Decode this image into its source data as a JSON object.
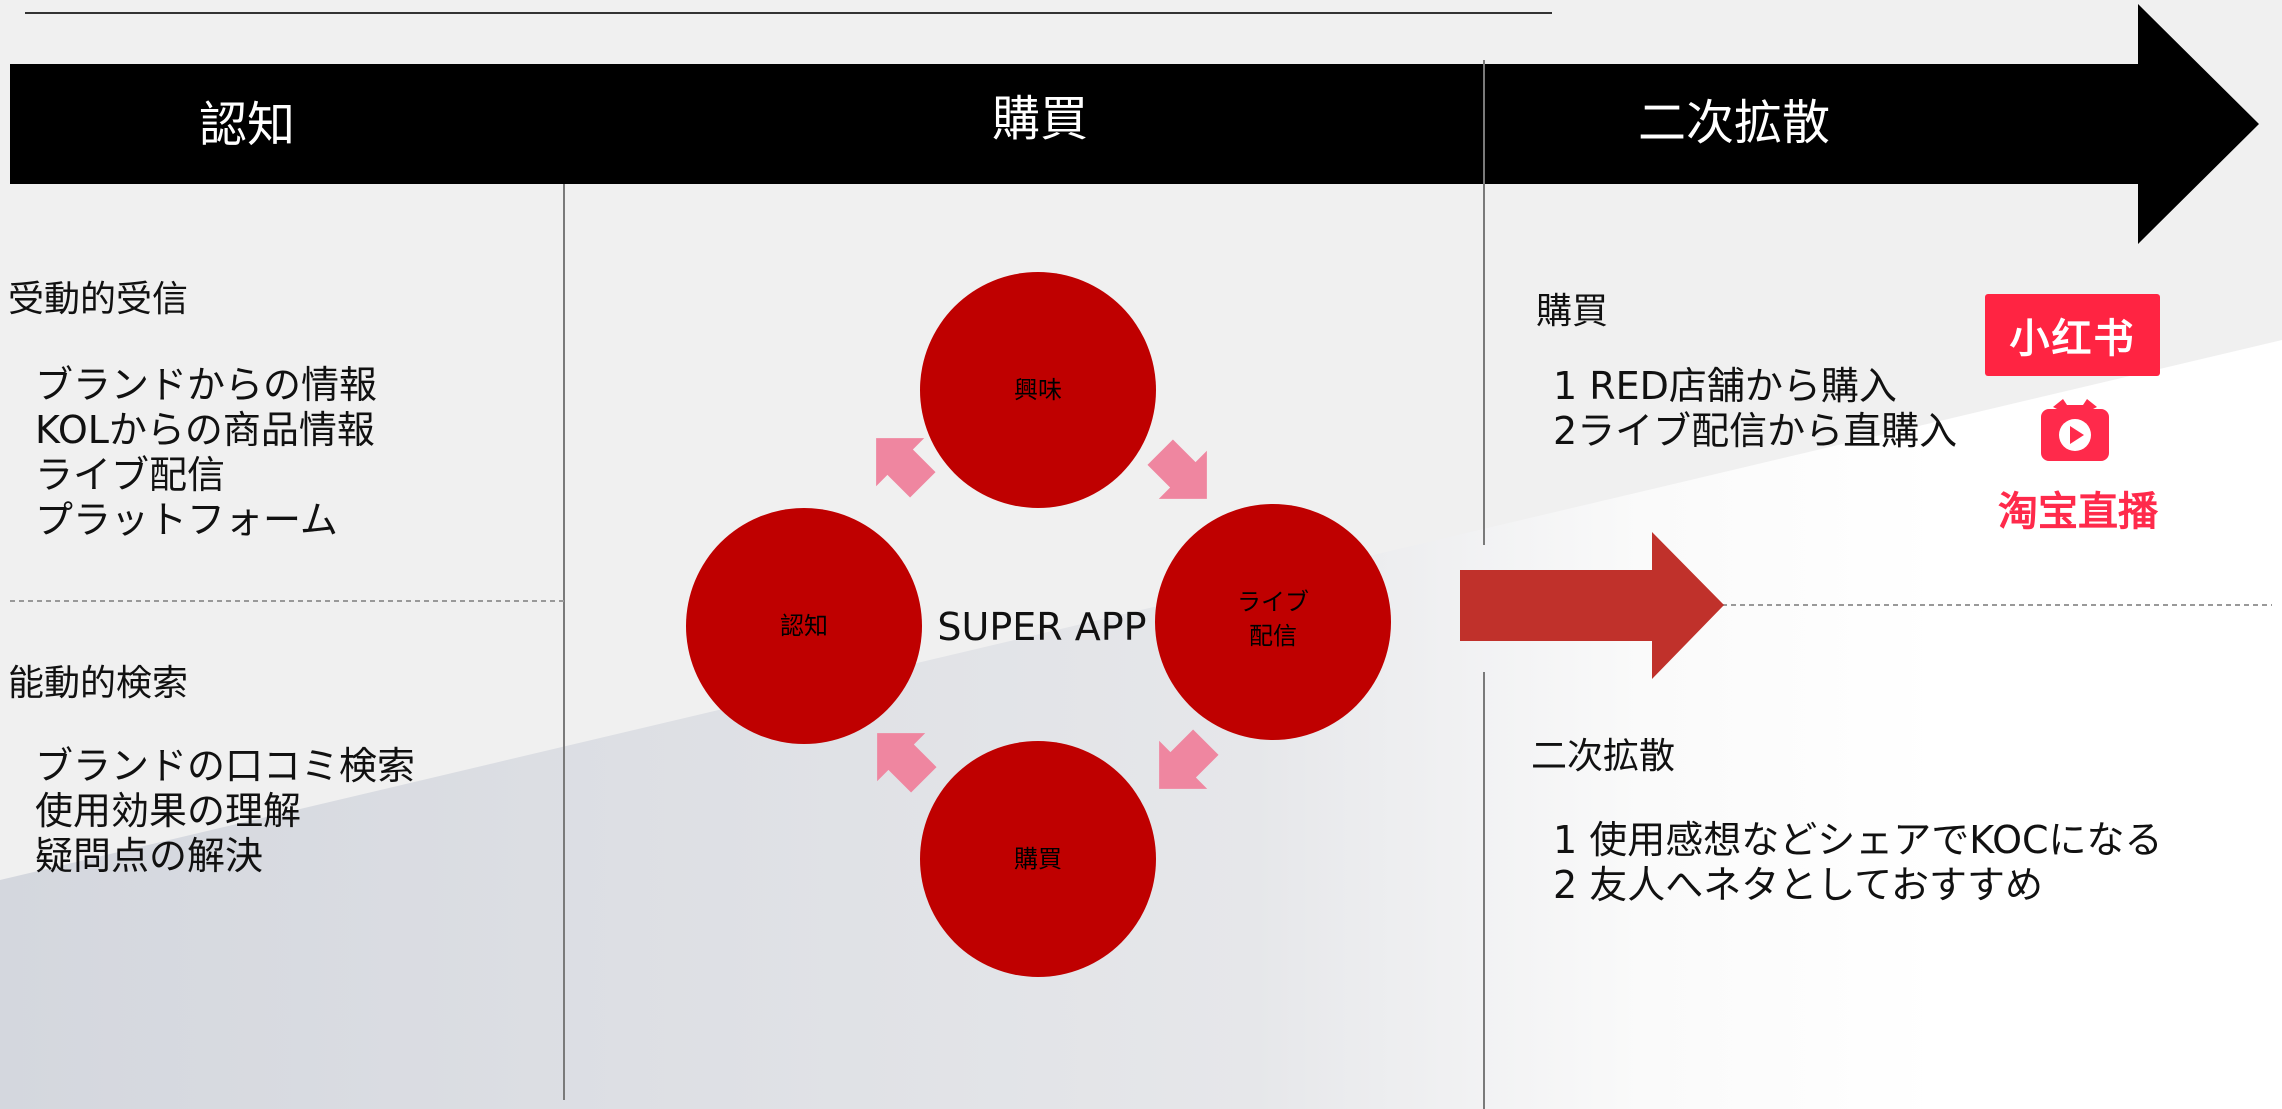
{
  "colors": {
    "header_band": "#000000",
    "node_red": "#bf0000",
    "arrow_pink": "#ef86a0",
    "big_arrow": "#c0312b",
    "red_logo_bg": "#ff2442",
    "taobao_red": "#ff2a4b"
  },
  "header": {
    "stage1": "認知",
    "stage2": "購買",
    "stage3": "二次拡散"
  },
  "left": {
    "passive": {
      "title": "受動的受信",
      "items": [
        "ブランドからの情報",
        "KOLからの商品情報",
        "ライブ配信",
        "プラットフォーム"
      ]
    },
    "active": {
      "title": "能動的検索",
      "items": [
        "ブランドの口コミ検索",
        "使用効果の理解",
        "疑問点の解決"
      ]
    }
  },
  "cycle": {
    "center": "SUPER APP",
    "top": "興味",
    "right_line1": "ライブ",
    "right_line2": "配信",
    "bottom": "購買",
    "left": "認知"
  },
  "right": {
    "purchase": {
      "title": "購買",
      "items": [
        "1 RED店舗から購入",
        "2ライブ配信から直購入"
      ]
    },
    "spread": {
      "title": "二次拡散",
      "items": [
        "1 使用感想などシェアでKOCになる",
        "2 友人へネタとしておすすめ"
      ]
    }
  },
  "logos": {
    "xiaohongshu": "小红书",
    "xiaohongshu_icon": "xiaohongshu-logo",
    "taobao_live": "淘宝直播",
    "taobao_icon": "taobao-live-play-icon"
  }
}
